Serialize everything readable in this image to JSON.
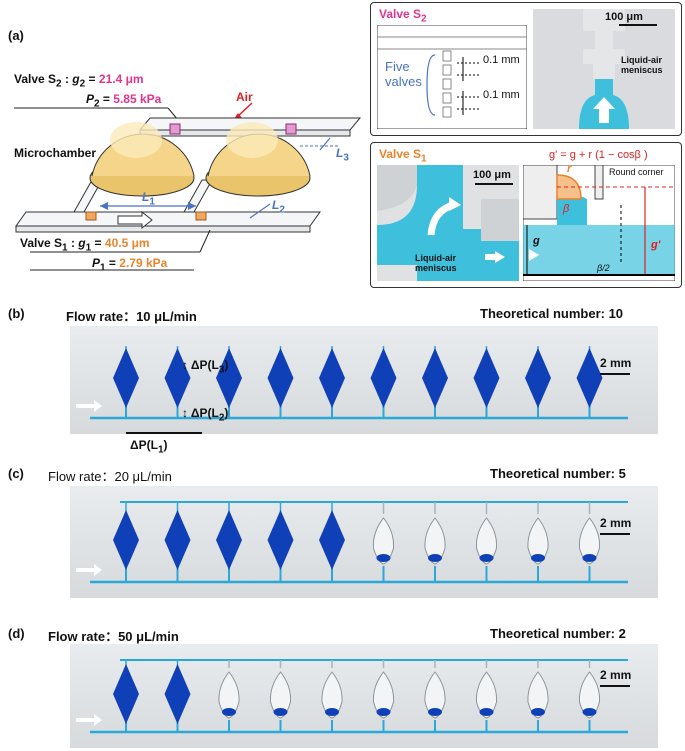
{
  "panel_a": {
    "label": "(a)",
    "valve_s2_name": "Valve S",
    "valve_s2_sub": "2",
    "valve_s2_g": "g",
    "valve_s2_g_sub": "2",
    "valve_s2_g_val": "21.4 μm",
    "valve_s2_p": "P",
    "valve_s2_p_sub": "2",
    "valve_s2_p_val": "5.85 kPa",
    "air": "Air",
    "microchamber": "Microchamber",
    "l1": "L",
    "l1_sub": "1",
    "l2": "L",
    "l2_sub": "2",
    "l3": "L",
    "l3_sub": "3",
    "valve_s1_name": "Valve S",
    "valve_s1_sub": "1",
    "valve_s1_g": "g",
    "valve_s1_g_sub": "1",
    "valve_s1_g_val": "40.5 μm",
    "valve_s1_p": "P",
    "valve_s1_p_sub": "1",
    "valve_s1_p_val": "2.79 kPa"
  },
  "inset_s2": {
    "title": "Valve S",
    "title_sub": "2",
    "five_valves": "Five valves",
    "dim1": "0.1 mm",
    "dim2": "0.1 mm",
    "scale": "100 μm",
    "meniscus": "Liquid-air meniscus"
  },
  "inset_s1": {
    "title": "Valve S",
    "title_sub": "1",
    "scale": "100 μm",
    "meniscus": "Liquid-air meniscus",
    "formula": "g' = g + r (1 − cosβ )",
    "round_corner": "Round corner",
    "r": "r",
    "beta": "β",
    "g": "g",
    "gprime": "g'",
    "beta_half": "β/2"
  },
  "panel_b": {
    "label": "(b)",
    "flow": "Flow rate：10 μL/min",
    "theoretical": "Theoretical number: 10",
    "scale": "2 mm",
    "dp_l3": "ΔP(L",
    "dp_l3_sub": "3",
    "dp_l2": "ΔP(L",
    "dp_l2_sub": "2",
    "dp_l1": "ΔP(L",
    "dp_l1_sub": "1",
    "close": ")",
    "filled": 10
  },
  "panel_c": {
    "label": "(c)",
    "flow": "Flow rate：20 μL/min",
    "theoretical": "Theoretical number: 5",
    "scale": "2 mm",
    "filled": 5
  },
  "panel_d": {
    "label": "(d)",
    "flow": "Flow rate：50 μL/min",
    "theoretical": "Theoretical number: 2",
    "scale": "2 mm",
    "filled": 2
  },
  "colors": {
    "pink": "#e0338e",
    "orange": "#e8842a",
    "blue_text": "#4a72c8",
    "red": "#e02020",
    "dye_dark": "#1040b8",
    "dye_light": "#2aa8d8",
    "cyan_liquid": "#3ec0dc",
    "chamber_fill": "#f5c96a"
  }
}
